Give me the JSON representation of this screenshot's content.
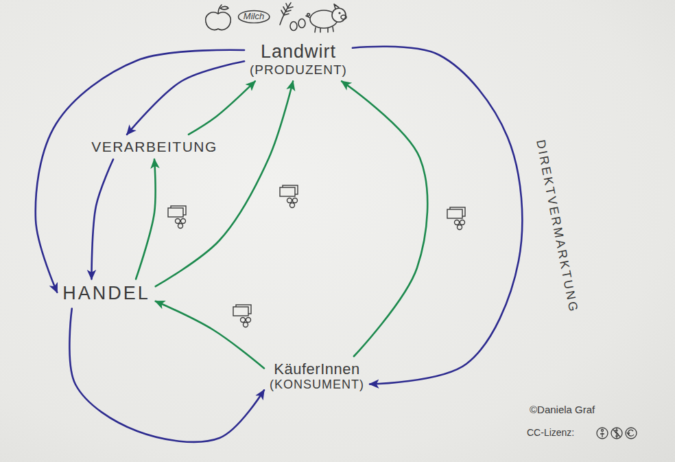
{
  "diagram": {
    "nodes": [
      {
        "text": [
          "Milch"
        ]
      },
      {
        "text": [
          "Landwirt",
          "(PRODUZENT)"
        ]
      },
      {
        "text": [
          "VERARBEITUNG"
        ]
      },
      {
        "text": [
          "HANDEL"
        ]
      },
      {
        "text": [
          "KäuferInnen",
          "(KONSUMENT)"
        ]
      }
    ],
    "edges": [
      {
        "from": 1,
        "to": 3,
        "arrow": "to"
      },
      {
        "from": 1,
        "to": 2,
        "arrow": "to"
      },
      {
        "from": 2,
        "to": 3,
        "arrow": "to"
      },
      {
        "from": 3,
        "to": 4,
        "arrow": "to"
      },
      {
        "from": 1,
        "to": 4,
        "label": "DIREKTVERMARKTUNG",
        "arrow": "to"
      },
      {
        "from": 2,
        "to": 1,
        "arrow": "to"
      },
      {
        "from": 3,
        "to": 2,
        "arrow": "to"
      },
      {
        "from": 3,
        "to": 1,
        "arrow": "to"
      },
      {
        "from": 4,
        "to": 3,
        "arrow": "to"
      },
      {
        "from": 4,
        "to": 1,
        "arrow": "to"
      }
    ],
    "labels": [
      "©Daniela Graf",
      "CC-Lizenz:"
    ]
  }
}
